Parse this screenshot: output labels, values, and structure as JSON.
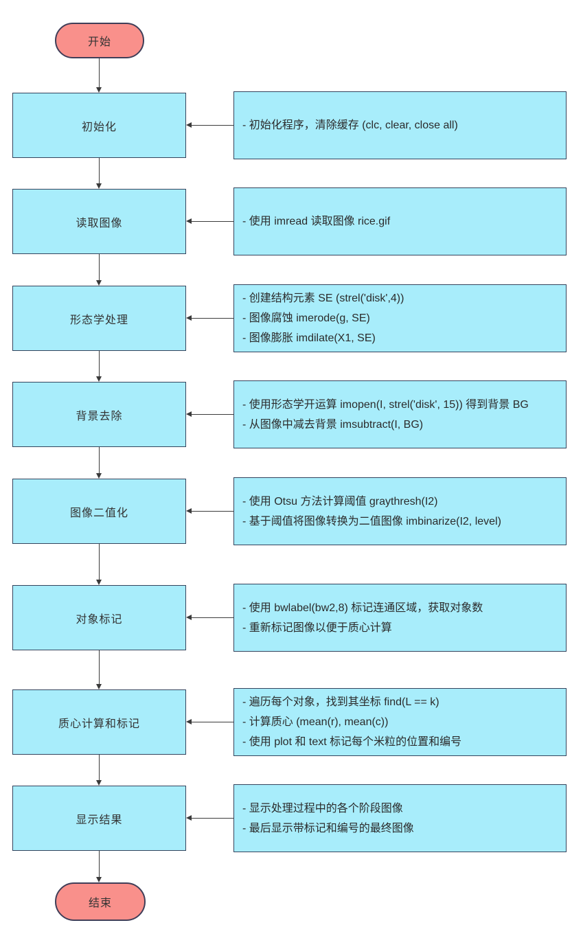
{
  "palette": {
    "process_fill": "#A8EDFB",
    "process_border": "#33435C",
    "terminal_fill": "#F9908B",
    "terminal_border": "#403E58",
    "arrow_color": "#3a3a3a",
    "text_color": "#333333",
    "background": "#ffffff"
  },
  "flowchart": {
    "start": {
      "label": "开始"
    },
    "end": {
      "label": "结束"
    },
    "steps": [
      {
        "label": "初始化",
        "notes": [
          "- 初始化程序，清除缓存 (clc, clear, close all)"
        ]
      },
      {
        "label": "读取图像",
        "notes": [
          "- 使用 imread 读取图像 rice.gif"
        ]
      },
      {
        "label": "形态学处理",
        "notes": [
          "- 创建结构元素 SE (strel('disk',4))",
          "- 图像腐蚀 imerode(g, SE)",
          "- 图像膨胀 imdilate(X1, SE)"
        ]
      },
      {
        "label": "背景去除",
        "notes": [
          "- 使用形态学开运算 imopen(I, strel('disk', 15)) 得到背景 BG",
          "- 从图像中减去背景 imsubtract(I, BG)"
        ]
      },
      {
        "label": "图像二值化",
        "notes": [
          "- 使用 Otsu 方法计算阈值 graythresh(I2)",
          "- 基于阈值将图像转换为二值图像 imbinarize(I2, level)"
        ]
      },
      {
        "label": "对象标记",
        "notes": [
          "- 使用 bwlabel(bw2,8) 标记连通区域，获取对象数",
          "- 重新标记图像以便于质心计算"
        ]
      },
      {
        "label": "质心计算和标记",
        "notes": [
          "- 遍历每个对象，找到其坐标 find(L == k)",
          "- 计算质心 (mean(r), mean(c))",
          "- 使用 plot 和 text 标记每个米粒的位置和编号"
        ]
      },
      {
        "label": "显示结果",
        "notes": [
          "- 显示处理过程中的各个阶段图像",
          "- 最后显示带标记和编号的最终图像"
        ]
      }
    ]
  }
}
